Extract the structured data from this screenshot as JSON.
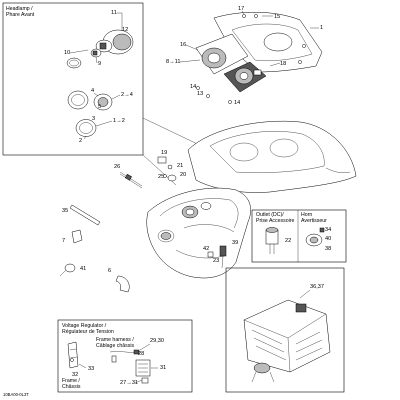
{
  "boxes": {
    "headlamp": [
      "Headlamp /",
      "Phare Avant"
    ],
    "outlet": [
      "Outlet (DC)/",
      "Prise Accessoire"
    ],
    "horn": [
      "Horn",
      "Avertisseur"
    ],
    "voltage": [
      "Voltage Regulator /",
      "Régulateur de Tension"
    ],
    "frame_harness": [
      "Frame harness /",
      "Câblage châssis"
    ],
    "frame": [
      "Frame /",
      "Châssis"
    ]
  },
  "callouts": {
    "c11a": "11",
    "c12": "12",
    "c10": "10",
    "c9": "9",
    "c17": "17",
    "c15": "15",
    "c1": "1",
    "c16": "16",
    "c18": "18",
    "c8_11": "8→11",
    "c14a": "14",
    "c13": "13",
    "c14b": "14",
    "c4": "4",
    "c5": "5",
    "c3": "3",
    "c2_4": "2→4",
    "c2": "2",
    "c1_2": "1→2",
    "c19": "19",
    "c26": "26",
    "c21": "21",
    "c25": "25",
    "c20": "20",
    "c35": "35",
    "c7": "7",
    "c41": "41",
    "c6": "6",
    "c42": "42",
    "c23": "23",
    "c39": "39",
    "c22": "22",
    "c34": "34",
    "c40": "40",
    "c38": "38",
    "c36_37": "36,37",
    "c29_30": "29,30",
    "c28": "28",
    "c31": "31",
    "c33": "33",
    "c32": "32",
    "c27_31": "27→31"
  },
  "footer_code": "10BA00-0L3T"
}
